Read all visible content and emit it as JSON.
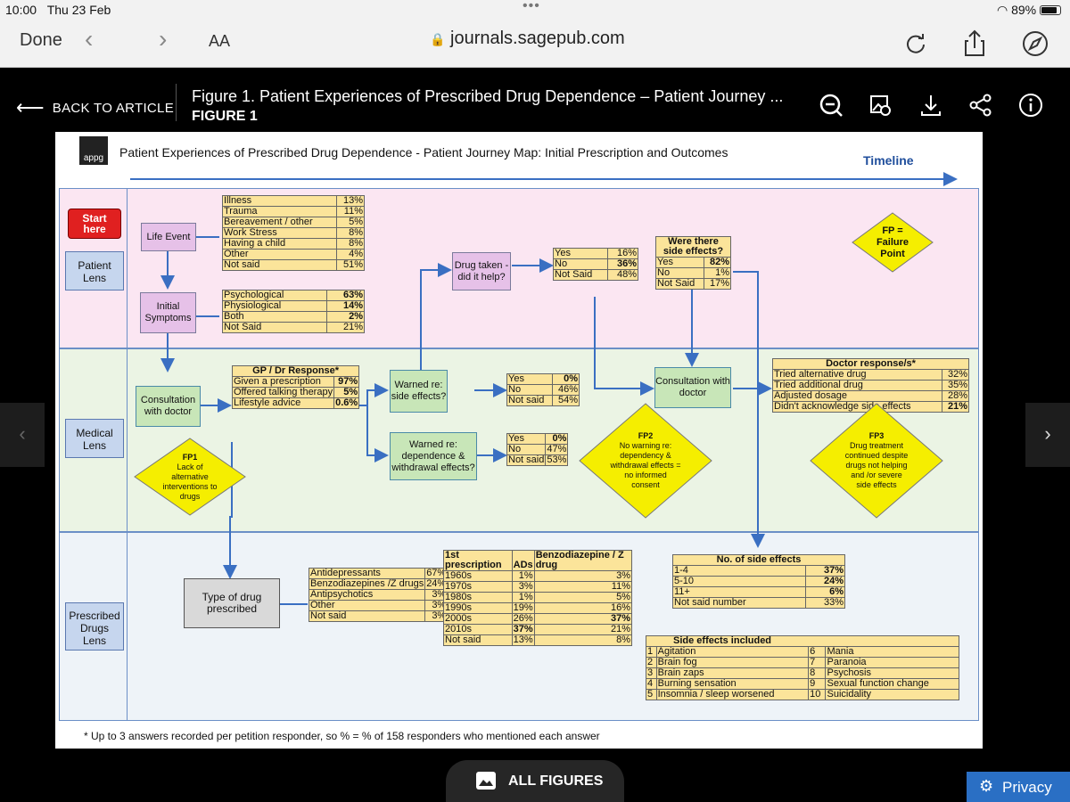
{
  "status_bar": {
    "time": "10:00",
    "date": "Thu 23 Feb",
    "battery": "89%"
  },
  "browser": {
    "done": "Done",
    "aa": "AA",
    "url": "journals.sagepub.com"
  },
  "header": {
    "back": "BACK TO ARTICLE",
    "title": "Figure 1. Patient Experiences of Prescribed Drug Dependence – Patient Journey ...",
    "subtitle": "FIGURE 1"
  },
  "figure": {
    "logo": "appg",
    "title": "Patient Experiences of Prescribed Drug Dependence  - Patient Journey Map: Initial Prescription and Outcomes",
    "timeline": "Timeline",
    "start": "Start here",
    "lenses": {
      "patient": "Patient Lens",
      "medical": "Medical Lens",
      "drugs": "Prescribed Drugs Lens"
    },
    "nodes": {
      "life_event": "Life Event",
      "initial_symptoms": "Initial Symptoms",
      "consultation": "Consultation with doctor",
      "gp_header": "GP / Dr Response*",
      "warned_side": "Warned re: side effects?",
      "warned_dep": "Warned re: dependence & withdrawal effects?",
      "drug_taken": "Drug taken - did it help?",
      "side_header": "Were there side effects?",
      "consult2": "Consultation with doctor",
      "doctor_header": "Doctor response/s*",
      "type_drug": "Type of drug prescribed",
      "nose_header": "No. of side effects",
      "se_header": "Side effects included"
    },
    "life_events": [
      [
        "Illness",
        "13%"
      ],
      [
        "Trauma",
        "11%"
      ],
      [
        "Bereavement / other",
        "5%"
      ],
      [
        "Work Stress",
        "8%"
      ],
      [
        "Having a child",
        "8%"
      ],
      [
        "Other",
        "4%"
      ],
      [
        "Not said",
        "51%"
      ]
    ],
    "symptoms": [
      [
        "Psychological",
        "63%"
      ],
      [
        "Physiological",
        "14%"
      ],
      [
        "Both",
        "2%"
      ],
      [
        "Not Said",
        "21%"
      ]
    ],
    "gp_response": [
      [
        "Given a prescription",
        "97%"
      ],
      [
        "Offered talking therapy",
        "5%"
      ],
      [
        "Lifestyle advice",
        "0.6%"
      ]
    ],
    "warned_side": [
      [
        "Yes",
        "0%"
      ],
      [
        "No",
        "46%"
      ],
      [
        "Not said",
        "54%"
      ]
    ],
    "warned_dep": [
      [
        "Yes",
        "0%"
      ],
      [
        "No",
        "47%"
      ],
      [
        "Not said",
        "53%"
      ]
    ],
    "drug_help": [
      [
        "Yes",
        "16%"
      ],
      [
        "No",
        "36%"
      ],
      [
        "Not Said",
        "48%"
      ]
    ],
    "side_effects": [
      [
        "Yes",
        "82%"
      ],
      [
        "No",
        "1%"
      ],
      [
        "Not Said",
        "17%"
      ]
    ],
    "doctor_response": [
      [
        "Tried alternative drug",
        "32%"
      ],
      [
        "Tried additional drug",
        "35%"
      ],
      [
        "Adjusted dosage",
        "28%"
      ],
      [
        "Didn't acknowledge side effects",
        "21%"
      ]
    ],
    "drug_types": [
      [
        "Antidepressants",
        "67%"
      ],
      [
        "Benzodiazepines /Z drugs",
        "24%"
      ],
      [
        "Antipsychotics",
        "3%"
      ],
      [
        "Other",
        "3%"
      ],
      [
        "Not said",
        "3%"
      ]
    ],
    "first_rx": {
      "headers": [
        "1st prescription",
        "ADs",
        "Benzodiazepine / Z drug"
      ],
      "rows": [
        [
          "1960s",
          "1%",
          "3%"
        ],
        [
          "1970s",
          "3%",
          "11%"
        ],
        [
          "1980s",
          "1%",
          "5%"
        ],
        [
          "1990s",
          "19%",
          "16%"
        ],
        [
          "2000s",
          "26%",
          "37%"
        ],
        [
          "2010s",
          "37%",
          "21%"
        ],
        [
          "Not said",
          "13%",
          "8%"
        ]
      ]
    },
    "num_side_effects": [
      [
        "1-4",
        "37%"
      ],
      [
        "5-10",
        "24%"
      ],
      [
        "11+",
        "6%"
      ],
      [
        "Not said number",
        "33%"
      ]
    ],
    "side_effects_list": [
      [
        "1",
        "Agitation",
        "6",
        "Mania"
      ],
      [
        "2",
        "Brain fog",
        "7",
        "Paranoia"
      ],
      [
        "3",
        "Brain zaps",
        "8",
        "Psychosis"
      ],
      [
        "4",
        "Burning sensation",
        "9",
        "Sexual function change"
      ],
      [
        "5",
        "Insomnia / sleep worsened",
        "10",
        "Suicidality"
      ]
    ],
    "fp": {
      "def_title": "FP =",
      "def_body": "Failure Point",
      "fp1_title": "FP1",
      "fp1_body": "Lack of alternative interventions to drugs",
      "fp2_title": "FP2",
      "fp2_body": "No warning re: dependency & withdrawal effects  = no informed consent",
      "fp3_title": "FP3",
      "fp3_body": "Drug treatment continued despite drugs not helping and /or severe side effects"
    },
    "footnote": "* Up to 3 answers recorded per petition responder, so % = % of 158 responders who mentioned each answer"
  },
  "bottom": {
    "all_figures": "ALL FIGURES",
    "privacy": "Privacy"
  },
  "colors": {
    "yellow_table": "#fbe49a",
    "diamond": "#f5ee00",
    "pink_band": "#fbe6f2",
    "green_band": "#ebf4e4",
    "start": "#e02020"
  }
}
